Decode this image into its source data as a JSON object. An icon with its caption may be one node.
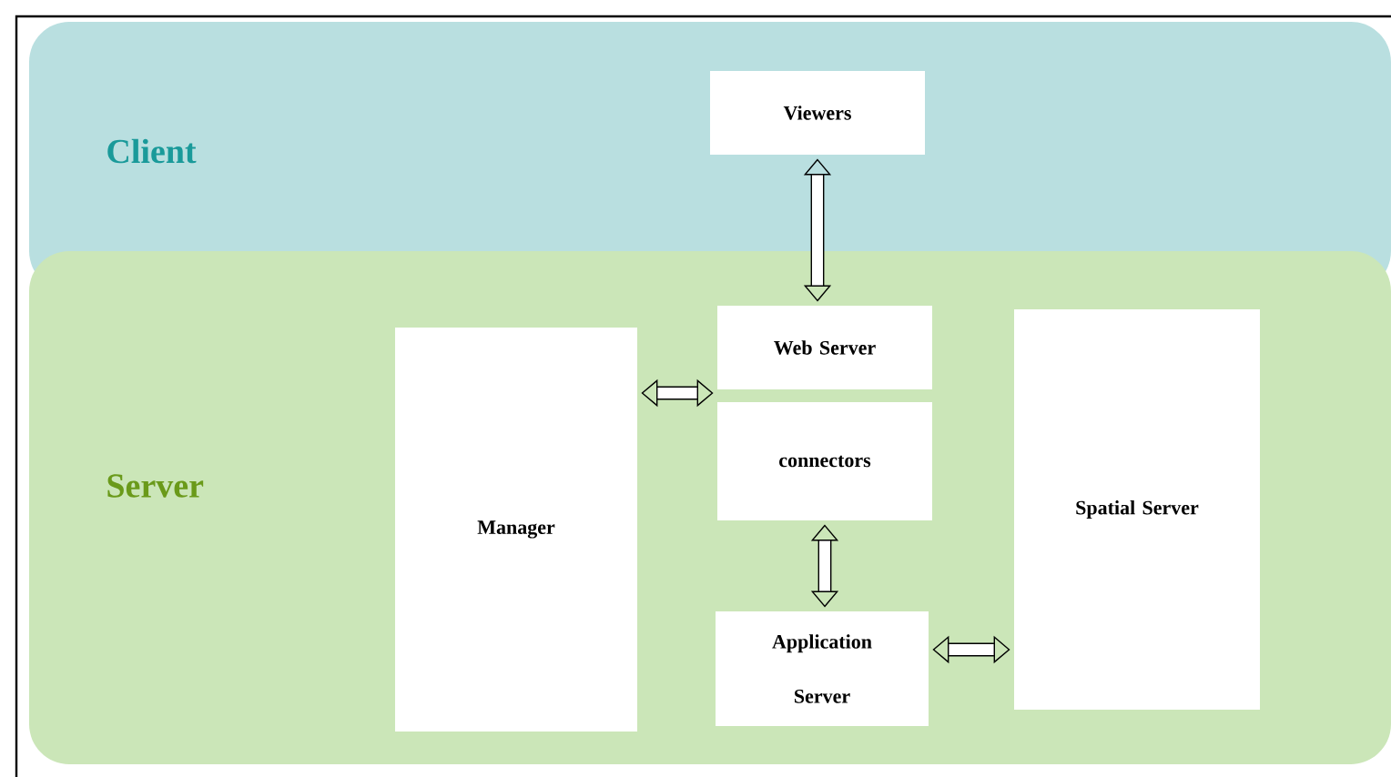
{
  "diagram": {
    "nodes": [
      {
        "text": [
          "Client"
        ]
      },
      {
        "text": [
          "Viewers"
        ],
        "in": 0
      },
      {
        "text": [
          "Server"
        ]
      },
      {
        "text": [
          "Web Server"
        ],
        "in": 2
      },
      {
        "text": [
          "connectors"
        ],
        "in": 2
      },
      {
        "text": [
          "Manager"
        ],
        "in": 2
      },
      {
        "text": [
          "Spatial Server"
        ],
        "in": 2
      },
      {
        "text": [
          "Application Server"
        ],
        "in": 2
      }
    ],
    "edges": [
      {
        "from": 1,
        "to": 3,
        "arrow": "both"
      },
      {
        "from": 5,
        "to": 3,
        "arrow": "both"
      },
      {
        "from": 4,
        "to": 7,
        "arrow": "both"
      },
      {
        "from": 7,
        "to": 6,
        "arrow": "both"
      }
    ]
  }
}
